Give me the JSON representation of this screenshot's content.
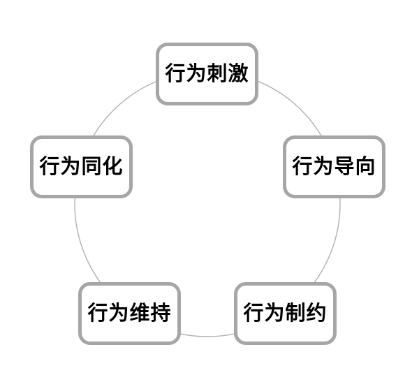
{
  "diagram": {
    "type": "cycle",
    "description": "Five-stage behavior cycle diagram: rounded boxes placed on a circle",
    "nodes": [
      {
        "id": "behavior-stimulation",
        "label": "行为刺激",
        "position": "top"
      },
      {
        "id": "behavior-orientation",
        "label": "行为导向",
        "position": "right"
      },
      {
        "id": "behavior-restriction",
        "label": "行为制约",
        "position": "bottom-right"
      },
      {
        "id": "behavior-maintenance",
        "label": "行为维持",
        "position": "bottom-left"
      },
      {
        "id": "behavior-assimilation",
        "label": "行为同化",
        "position": "left"
      }
    ],
    "colors": {
      "box_border": "#a6a6a6",
      "box_fill": "#ffffff",
      "circle_stroke": "#b0b0b0",
      "text": "#000000",
      "background": "#ffffff"
    }
  }
}
